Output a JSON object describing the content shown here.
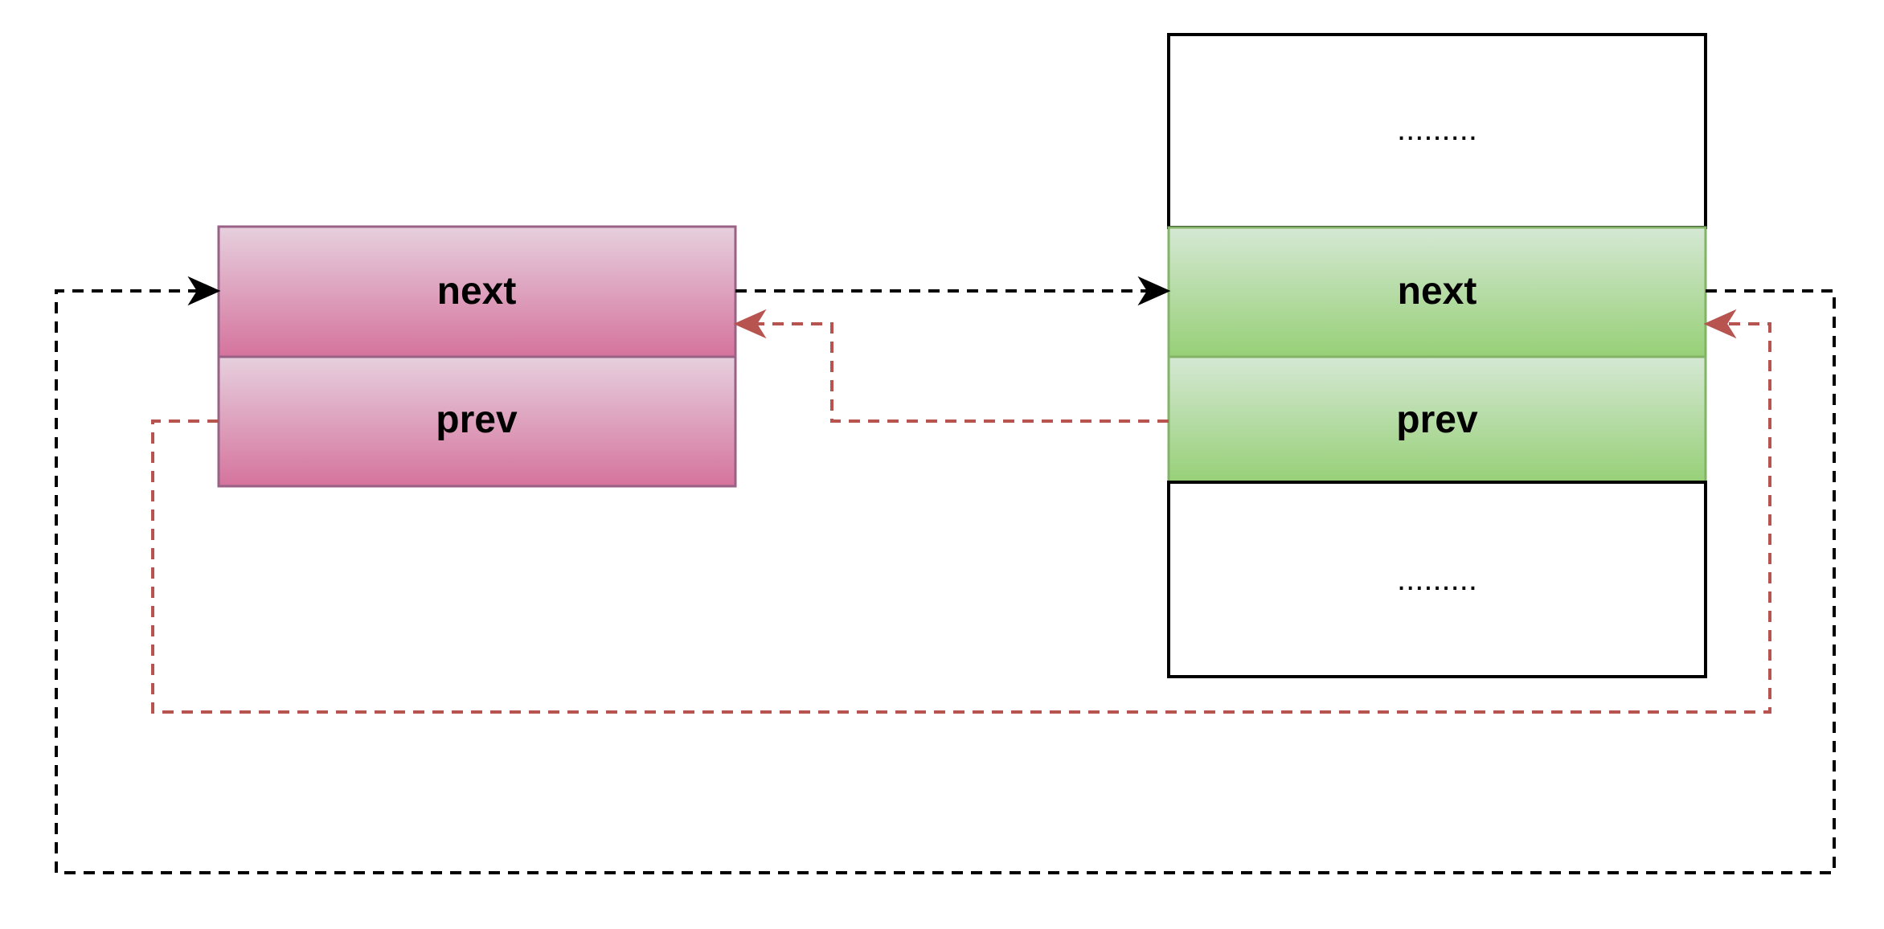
{
  "diagram": {
    "left_node": {
      "next_label": "next",
      "prev_label": "prev",
      "colors": {
        "fill_top": "#e6d0de",
        "fill_bottom": "#d5739d",
        "stroke": "#996185"
      }
    },
    "right_node": {
      "top_placeholder": ".........",
      "next_label": "next",
      "prev_label": "prev",
      "bottom_placeholder": ".........",
      "colors": {
        "fill_top": "#d5e8d4",
        "fill_bottom": "#97d077",
        "stroke": "#82b366"
      }
    },
    "edge_colors": {
      "next_link": "#000000",
      "prev_link": "#b85450"
    }
  }
}
